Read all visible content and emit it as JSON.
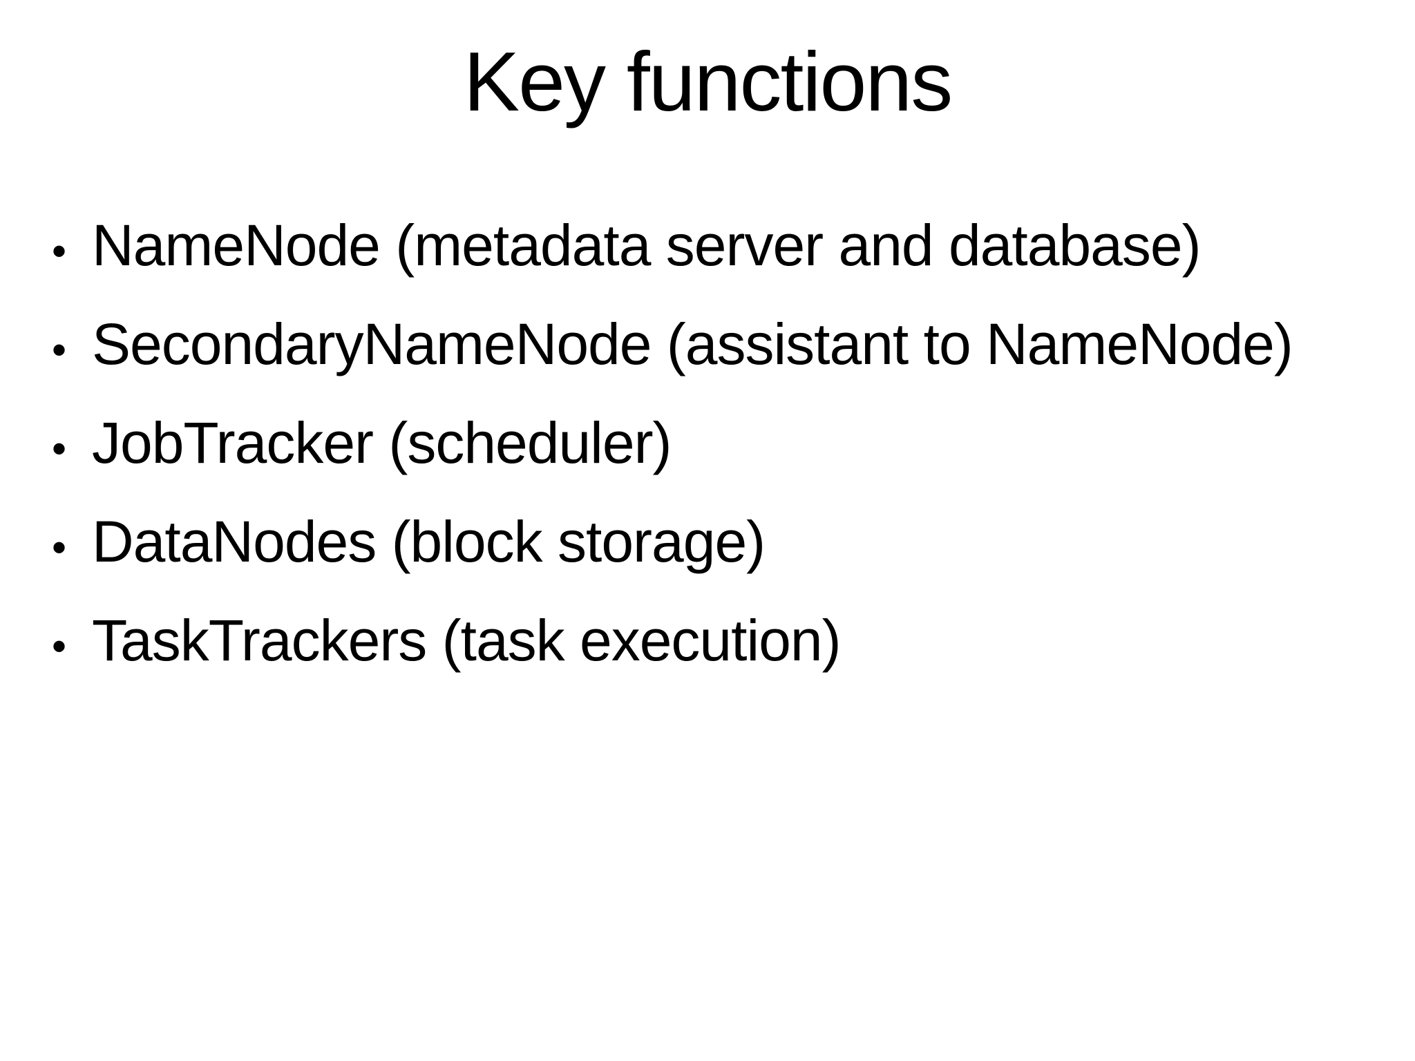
{
  "slide": {
    "title": "Key functions",
    "bullet_glyph": "•",
    "bullets": [
      "NameNode (metadata server and database)",
      "SecondaryNameNode (assistant to NameNode)",
      "JobTracker (scheduler)",
      "DataNodes (block storage)",
      "TaskTrackers (task execution)"
    ],
    "colors": {
      "background": "#ffffff",
      "text": "#000000"
    }
  }
}
